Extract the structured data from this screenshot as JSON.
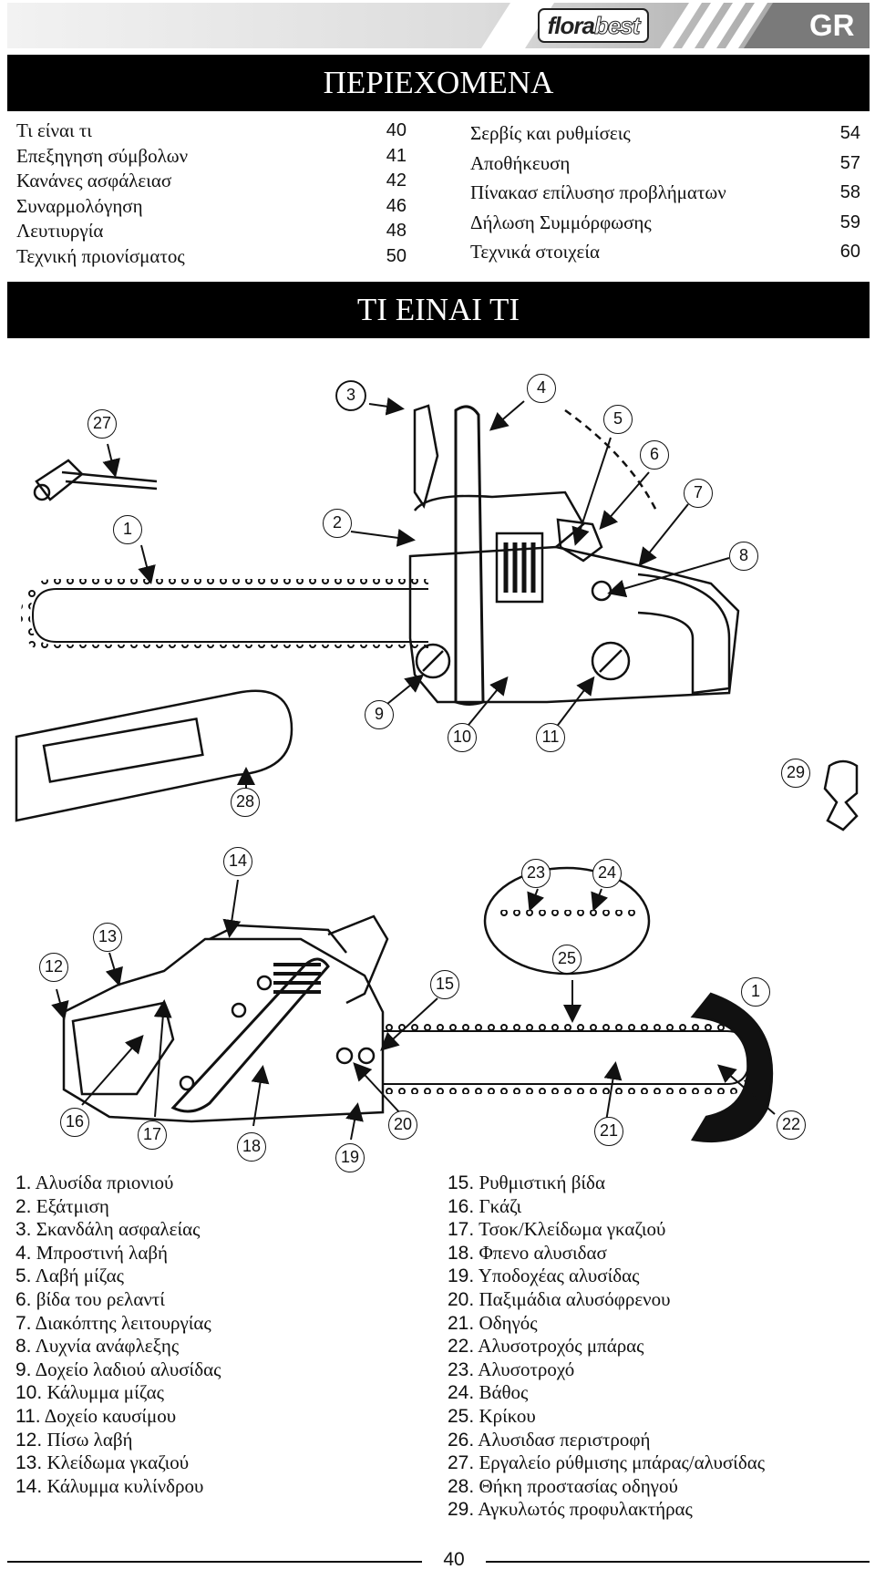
{
  "header": {
    "brand_part1": "flora",
    "brand_part2": "best",
    "language_code": "GR"
  },
  "contents_title": "ΠΕΡΙΕΧΟΜΕΝΑ",
  "toc_left": [
    {
      "label": "Τι είναι τι",
      "page": "40"
    },
    {
      "label": "Επεξηγηση σύμβολων",
      "page": "41"
    },
    {
      "label": "Κανάνες ασφάλειασ",
      "page": "42"
    },
    {
      "label": "Συναρμολόγηση",
      "page": "46"
    },
    {
      "label": "Λευτιυργία",
      "page": "48"
    },
    {
      "label": "Τεχνική πριονίσματος",
      "page": "50"
    }
  ],
  "toc_right": [
    {
      "label": "Σερβίς και ρυθμίσεις",
      "page": "54"
    },
    {
      "label": "Αποθήκευση",
      "page": "57"
    },
    {
      "label": "Πίνακασ επίλυσησ προβλήματων",
      "page": "58"
    },
    {
      "label": "Δήλωση Συμμόρφωσης",
      "page": "59"
    },
    {
      "label": "Τεχνικά στοιχεία",
      "page": "60"
    }
  ],
  "section_title": "ΤΙ ΕΙΝΑΙ ΤΙ",
  "callouts": [
    "1",
    "2",
    "3",
    "4",
    "5",
    "6",
    "7",
    "8",
    "9",
    "10",
    "11",
    "12",
    "13",
    "14",
    "15",
    "16",
    "17",
    "18",
    "19",
    "20",
    "21",
    "22",
    "23",
    "24",
    "25",
    "27",
    "28",
    "29"
  ],
  "legend_left": [
    {
      "num": "1.",
      "text": "Αλυσίδα πριονιού"
    },
    {
      "num": "2.",
      "text": "Εξάτμιση"
    },
    {
      "num": "3.",
      "text": "Σκανδάλη ασφαλείας"
    },
    {
      "num": "4.",
      "text": "Μπροστινή λαβή"
    },
    {
      "num": "5.",
      "text": "Λαβή μίζας"
    },
    {
      "num": "6.",
      "text": "βίδα του ρελαντί"
    },
    {
      "num": "7.",
      "text": "Διακόπτης λειτουργίας"
    },
    {
      "num": "8.",
      "text": "Λυχνία ανάφλεξης"
    },
    {
      "num": "9.",
      "text": "Δοχείο λαδιού αλυσίδας"
    },
    {
      "num": "10.",
      "text": "Κάλυμμα μίζας"
    },
    {
      "num": "11.",
      "text": "Δοχείο καυσίμου"
    },
    {
      "num": "12.",
      "text": "Πίσω λαβή"
    },
    {
      "num": "13.",
      "text": "Κλείδωμα γκαζιού"
    },
    {
      "num": "14.",
      "text": "Κάλυμμα κυλίνδρου"
    }
  ],
  "legend_right": [
    {
      "num": "15.",
      "text": "Ρυθμιστική βίδα"
    },
    {
      "num": "16.",
      "text": "Γκάζι"
    },
    {
      "num": "17.",
      "text": "Τσοκ/Κλείδωμα γκαζιού"
    },
    {
      "num": "18.",
      "text": "Φπενο αλυσιδασ"
    },
    {
      "num": "19.",
      "text": "Υποδοχέας αλυσίδας"
    },
    {
      "num": "20.",
      "text": "Παξιμάδια αλυσόφρενου"
    },
    {
      "num": "21.",
      "text": "Οδηγός"
    },
    {
      "num": "22.",
      "text": "Αλυσοτροχός μπάρας"
    },
    {
      "num": "23.",
      "text": "Αλυσοτροχό"
    },
    {
      "num": "24.",
      "text": "Βάθος"
    },
    {
      "num": "25.",
      "text": "Κρίκου"
    },
    {
      "num": "26.",
      "text": "Αλυσιδασ περιστροφή"
    },
    {
      "num": "27.",
      "text": "Εργαλείο ρύθμισης μπάρας/αλυσίδας"
    },
    {
      "num": "28.",
      "text": "Θήκη προστασίας οδηγού"
    },
    {
      "num": "29.",
      "text": "Αγκυλωτός προφυλακτήρας"
    }
  ],
  "page_number": "40"
}
